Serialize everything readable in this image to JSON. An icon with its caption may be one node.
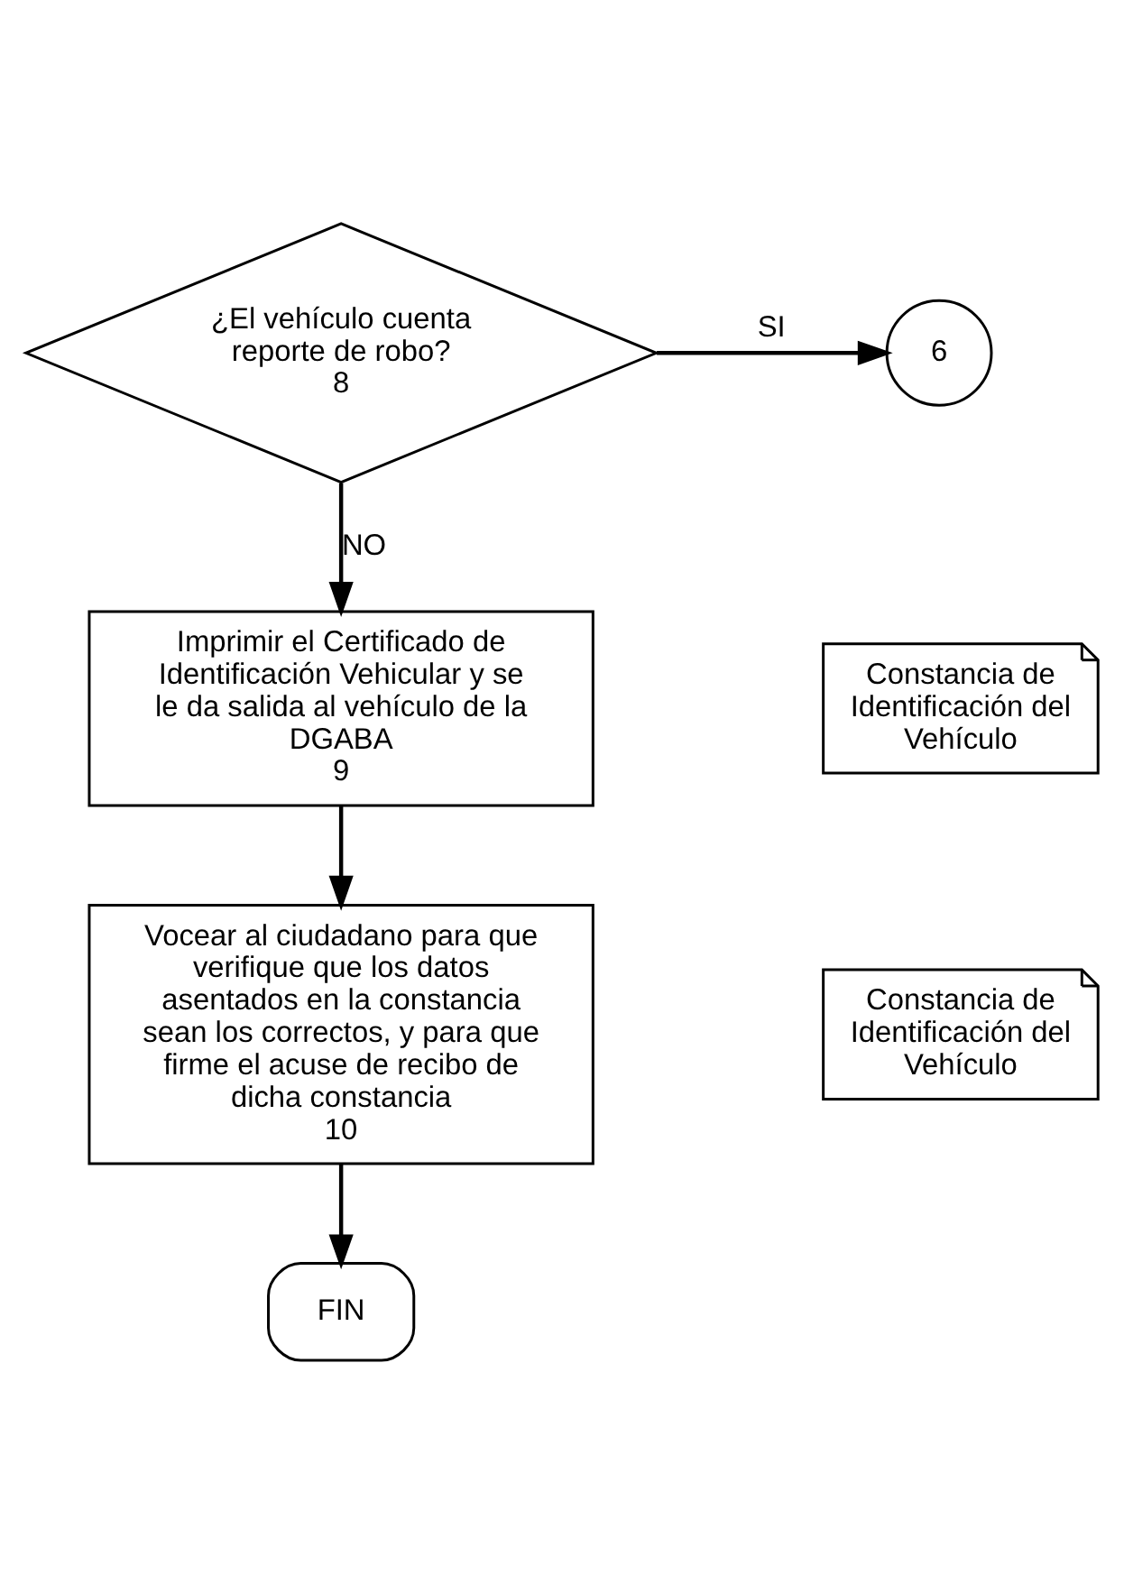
{
  "diagram": {
    "nodes": [
      {
        "text": [
          "¿El vehículo cuenta reporte de robo?",
          "8"
        ]
      },
      {
        "text": [
          "6"
        ]
      },
      {
        "text": [
          "Imprimir el Certificado de Identificación Vehicular y se le da salida al vehículo de la DGABA",
          "9"
        ]
      },
      {
        "text": [
          "Constancia de Identificación del Vehículo"
        ]
      },
      {
        "text": [
          "Vocear al ciudadano para que verifique que los datos asentados en la constancia sean los correctos, y para que firme el acuse de recibo de dicha constancia",
          "10"
        ]
      },
      {
        "text": [
          "Constancia de Identificación del Vehículo"
        ]
      },
      {
        "text": [
          "FIN"
        ]
      }
    ],
    "edges": [
      {
        "from": 0,
        "to": 1,
        "arrow": "to",
        "label": "SI"
      },
      {
        "from": 0,
        "to": 2,
        "arrow": "to",
        "label": "NO"
      },
      {
        "from": 2,
        "to": 4,
        "arrow": "to"
      },
      {
        "from": 4,
        "to": 6,
        "arrow": "to"
      }
    ]
  }
}
